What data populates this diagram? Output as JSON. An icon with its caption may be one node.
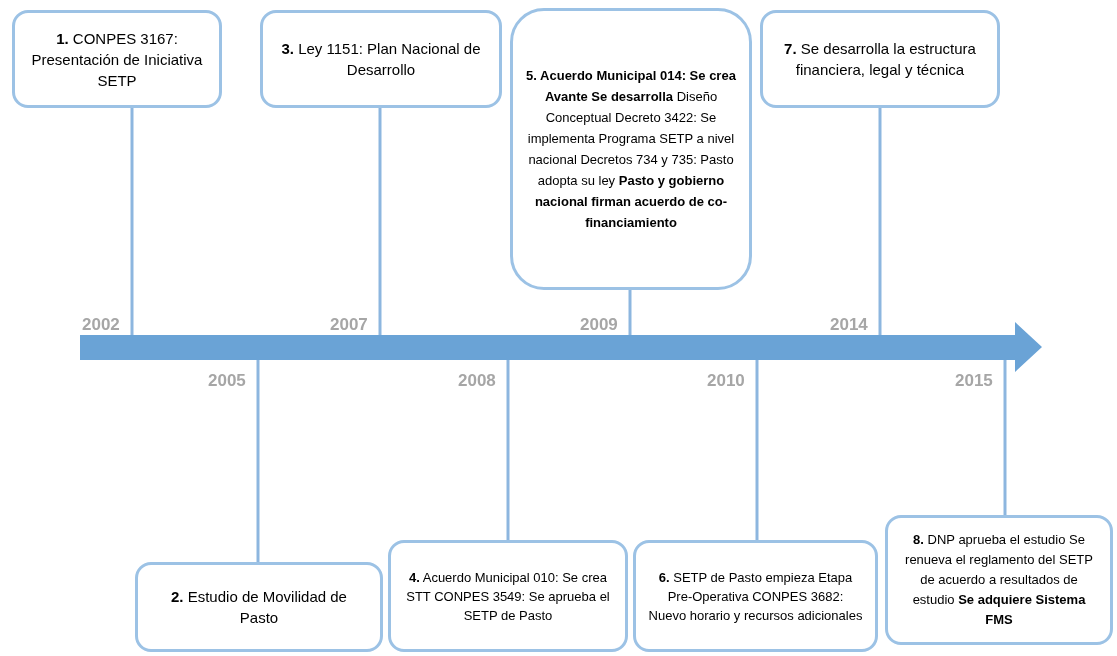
{
  "diagram": {
    "nodes": [
      {
        "text": [
          "**1.** CONPES 3167: Presentación de Iniciativa SETP"
        ]
      },
      {
        "text": [
          "**2.** Estudio de Movilidad de Pasto"
        ]
      },
      {
        "text": [
          "**3.** Ley 1151: Plan Nacional de Desarrollo"
        ]
      },
      {
        "text": [
          "**4.** Acuerdo Municipal 010: Se crea STT CONPES 3549: Se aprueba el SETP de Pasto"
        ]
      },
      {
        "text": [
          "**5. Acuerdo Municipal 014: Se crea Avante Se desarrolla** Diseño Conceptual Decreto 3422: Se implementa Programa SETP a nivel nacional Decretos 734 y 735: Pasto adopta su ley **Pasto y gobierno nacional firman acuerdo de co-financiamiento**"
        ]
      },
      {
        "text": [
          "**6.** SETP de Pasto empieza Etapa Pre-Operativa CONPES 3682: Nuevo horario y recursos adicionales"
        ]
      },
      {
        "text": [
          "**7.** Se desarrolla la estructura financiera, legal y técnica"
        ]
      },
      {
        "text": [
          "**8.** DNP aprueba el estudio Se renueva el reglamento del SETP de acuerdo a resultados de estudio **Se adquiere Sistema FMS**"
        ]
      },
      {
        "text": [],
        "shape": "arrow"
      }
    ],
    "edges": [
      {
        "from": 0,
        "to": 8,
        "arrow": "none"
      },
      {
        "from": 1,
        "to": 8,
        "arrow": "none"
      },
      {
        "from": 2,
        "to": 8,
        "arrow": "none"
      },
      {
        "from": 3,
        "to": 8,
        "arrow": "none"
      },
      {
        "from": 4,
        "to": 8,
        "arrow": "none"
      },
      {
        "from": 5,
        "to": 8,
        "arrow": "none"
      },
      {
        "from": 6,
        "to": 8,
        "arrow": "none"
      },
      {
        "from": 7,
        "to": 8,
        "arrow": "none"
      }
    ],
    "labels": [
      "2002",
      "2007",
      "2009",
      "2014",
      "2005",
      "2008",
      "2010",
      "2015"
    ]
  }
}
